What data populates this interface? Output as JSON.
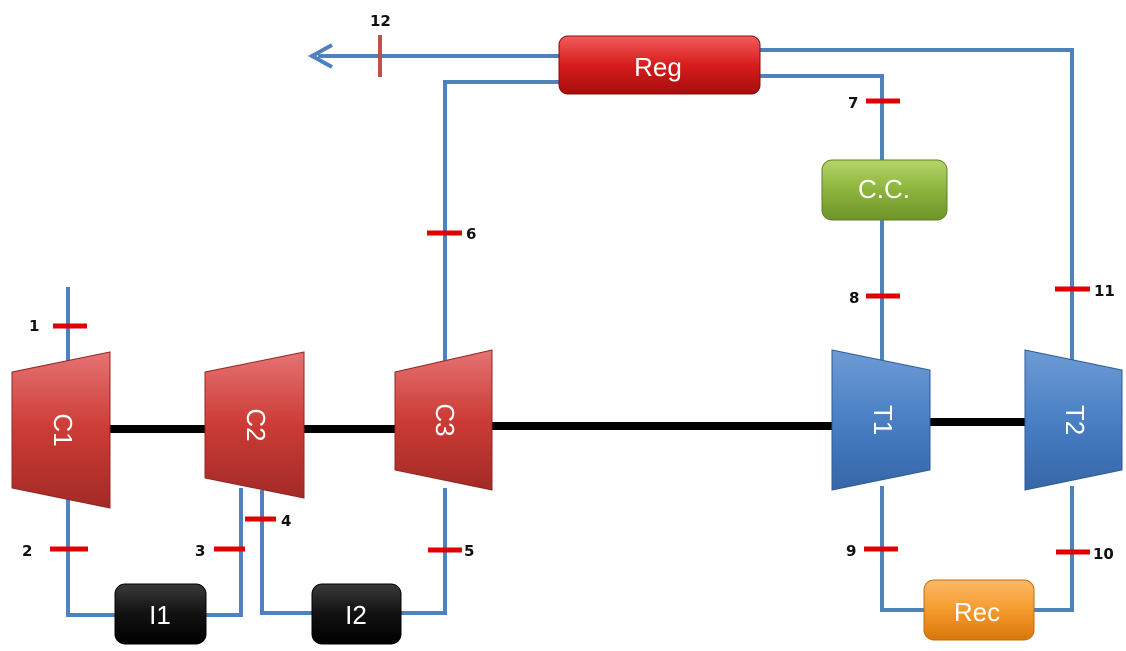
{
  "components": {
    "compressors": [
      "C1",
      "C2",
      "C3"
    ],
    "turbines": [
      "T1",
      "T2"
    ],
    "intercoolers": [
      "I1",
      "I2"
    ],
    "regenerator": "Reg",
    "combustion_chamber": "C.C.",
    "reheater": "Rec"
  },
  "state_points": [
    "1",
    "2",
    "3",
    "4",
    "5",
    "6",
    "7",
    "8",
    "9",
    "10",
    "11",
    "12"
  ],
  "colors": {
    "pipe": "#4f81bd",
    "shaft": "#000000",
    "compressor": "#c0504d",
    "turbine": "#4f81bd",
    "intercooler": "#111111",
    "regenerator": "#c00000",
    "combustion_chamber": "#8cb43c",
    "reheater": "#f0901e",
    "state_marker": "#e00000"
  }
}
